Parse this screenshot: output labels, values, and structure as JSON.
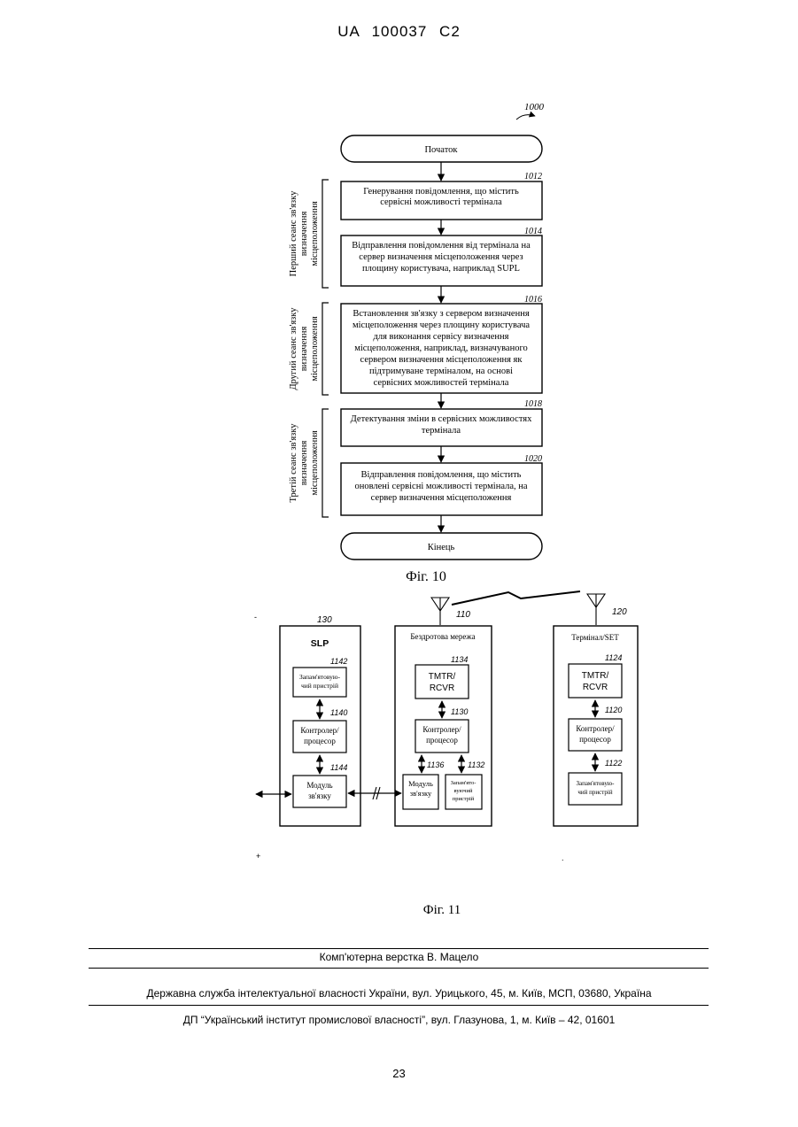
{
  "header": {
    "patent": "UA 100037 C2"
  },
  "fig10": {
    "ref": "1000",
    "start": "Початок",
    "end": "Кінець",
    "caption": "Фіг. 10",
    "sessions": [
      {
        "label_lines": [
          "Перший сеанс зв'язку",
          "визначення",
          "місцеположення"
        ]
      },
      {
        "label_lines": [
          "Другий сеанс зв'язку",
          "визначення",
          "місцеположення"
        ]
      },
      {
        "label_lines": [
          "Третій сеанс зв'язку",
          "визначення",
          "місцеположення"
        ]
      }
    ],
    "steps": [
      {
        "ref": "1012",
        "lines": [
          "Генерування повідомлення, що містить",
          "сервісні можливості термінала"
        ]
      },
      {
        "ref": "1014",
        "lines": [
          "Відправлення повідомлення від термінала на",
          "сервер визначення місцеположення через",
          "площину користувача, наприклад SUPL"
        ]
      },
      {
        "ref": "1016",
        "lines": [
          "Встановлення зв'язку з сервером визначення",
          "місцеположення через площину користувача",
          "для виконання сервісу визначення",
          "місцеположення, наприклад, визначуваного",
          "сервером визначення місцеположення як",
          "підтримуване терміналом, на основі",
          "сервісних можливостей термінала"
        ]
      },
      {
        "ref": "1018",
        "lines": [
          "Детектування зміни в сервісних можливостях",
          "термінала"
        ]
      },
      {
        "ref": "1020",
        "lines": [
          "Відправлення повідомлення, що містить",
          "оновлені сервісні можливості термінала, на",
          "сервер визначення місцеположення"
        ]
      }
    ]
  },
  "fig11": {
    "caption": "Фіг. 11",
    "slp": {
      "ref": "130",
      "title": "SLP",
      "memory": {
        "ref": "1142",
        "lines": [
          "Запам'ятовую-",
          "чий пристрій"
        ]
      },
      "controller": {
        "ref": "1140",
        "lines": [
          "Контролер/",
          "процесор"
        ]
      },
      "comm": {
        "ref": "1144",
        "lines": [
          "Модуль",
          "зв'язку"
        ]
      }
    },
    "network": {
      "ref": "110",
      "title": "Бездротова мережа",
      "tmtr": {
        "ref": "1134",
        "lines": [
          "TMTR/",
          "RCVR"
        ]
      },
      "controller": {
        "ref": "1130",
        "lines": [
          "Контролер/",
          "процесор"
        ]
      },
      "comm": {
        "ref": "1136",
        "lines": [
          "Модуль",
          "зв'язку"
        ]
      },
      "memory": {
        "ref": "1132",
        "lines": [
          "Запам'ято-",
          "вуючий",
          "пристрій"
        ]
      }
    },
    "terminal": {
      "ref": "120",
      "title": "Термінал/SET",
      "tmtr": {
        "ref": "1124",
        "lines": [
          "TMTR/",
          "RCVR"
        ]
      },
      "controller": {
        "ref": "1120",
        "lines": [
          "Контролер/",
          "процесор"
        ]
      },
      "memory": {
        "ref": "1122",
        "lines": [
          "Запам'ятовую-",
          "чий пристрій"
        ]
      }
    }
  },
  "footer": {
    "composer": "Комп'ютерна верстка В. Мацело",
    "agency": "Державна служба інтелектуальної власності України, вул. Урицького, 45, м. Київ, МСП, 03680, Україна",
    "institute": "ДП “Український інститут промислової власності”, вул. Глазунова, 1, м. Київ – 42, 01601"
  },
  "page_number": "23"
}
